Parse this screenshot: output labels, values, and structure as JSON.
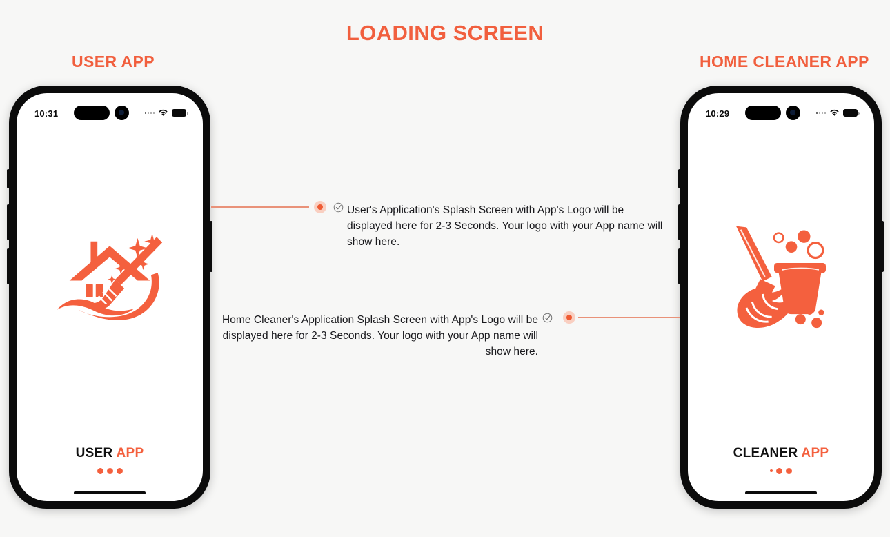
{
  "page": {
    "title": "LOADING SCREEN",
    "background_color": "#F7F7F6",
    "accent_color": "#F15F3E"
  },
  "columns": {
    "left_title": "USER APP",
    "right_title": "HOME CLEANER APP"
  },
  "phones": [
    {
      "side": "left",
      "status_bar": {
        "clock": "10:31",
        "signal_icon": "signal-dots-icon",
        "wifi_icon": "wifi-icon",
        "battery_icon": "battery-full-icon"
      },
      "splash": {
        "logo_icon": "house-broom-logo-icon",
        "brand_primary": "USER",
        "brand_accent": "APP",
        "brand_accent_color": "#F4603E",
        "loader_dots": [
          "large",
          "large",
          "large"
        ]
      },
      "home_indicator": "home-indicator-bar"
    },
    {
      "side": "right",
      "status_bar": {
        "clock": "10:29",
        "signal_icon": "signal-dots-icon",
        "wifi_icon": "wifi-icon",
        "battery_icon": "battery-full-icon"
      },
      "splash": {
        "logo_icon": "mop-bucket-logo-icon",
        "brand_primary": "CLEANER",
        "brand_accent": "APP",
        "brand_accent_color": "#F4603E",
        "loader_dots": [
          "small",
          "large",
          "large"
        ]
      },
      "home_indicator": "home-indicator-bar"
    }
  ],
  "annotations": [
    {
      "id": "user-splash-note",
      "marker_icon": "check-circle-icon",
      "text": "User's Application's Splash Screen with App's Logo will be displayed here for 2-3 Seconds. Your logo with your App name will show here.",
      "connector_color": "#E99279",
      "align": "left"
    },
    {
      "id": "cleaner-splash-note",
      "marker_icon": "check-circle-icon",
      "text": "Home Cleaner's Application Splash Screen with App's Logo will be displayed here for 2-3 Seconds. Your logo with your App name will show here.",
      "connector_color": "#E99279",
      "align": "right"
    }
  ]
}
